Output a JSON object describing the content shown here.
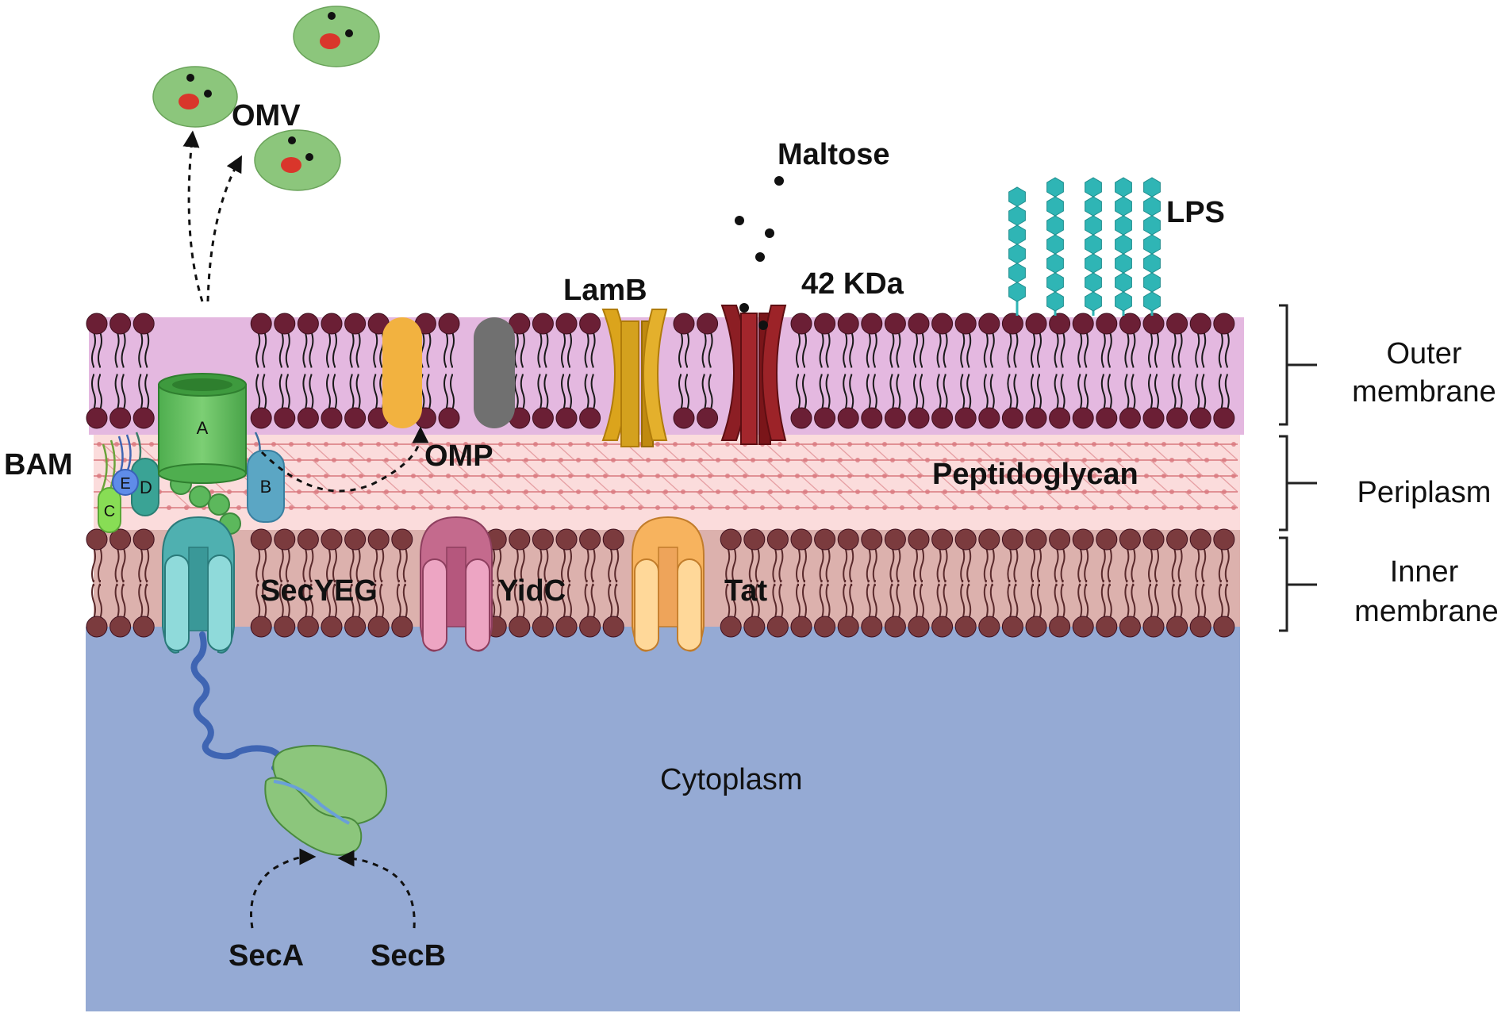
{
  "labels": {
    "omv": "OMV",
    "maltose": "Maltose",
    "lps": "LPS",
    "lamb": "LamB",
    "kda": "42 KDa",
    "bam": "BAM",
    "omp": "OMP",
    "peptidoglycan": "Peptidoglycan",
    "secyeg": "SecYEG",
    "yidc": "YidC",
    "tat": "Tat",
    "cytoplasm": "Cytoplasm",
    "seca": "SecA",
    "secb": "SecB"
  },
  "bam_subunits": {
    "a": "A",
    "b": "B",
    "c": "C",
    "d": "D",
    "e": "E"
  },
  "regions": {
    "outer_1": "Outer",
    "outer_2": "membrane",
    "periplasm": "Periplasm",
    "inner_1": "Inner",
    "inner_2": "membrane"
  },
  "colors": {
    "outer_membrane": "#e4b8e0",
    "lipid_head": "#6b1f35",
    "periplasm": "#fbdcdc",
    "peptidoglycan": "#d9787e",
    "inner_membrane": "#dcb1ad",
    "inner_head": "#7b3b3e",
    "cytoplasm": "#95aad4",
    "vesicle": "#8cc67c",
    "bam_a": "#5cb85c",
    "bam_b": "#5ba6c4",
    "bam_c": "#88dd55",
    "bam_e": "#5f8ce8",
    "omp": "#f2b240",
    "omp_gray": "#707070",
    "lamb": "#dba41c",
    "kda_channel": "#8c1e24",
    "lps": "#2fb5b5",
    "secyeg": "#7fcfcf",
    "yidc": "#e38fb0",
    "tat": "#f7c074",
    "ribosome": "#8cc67c",
    "peptide": "#3f65b3"
  }
}
